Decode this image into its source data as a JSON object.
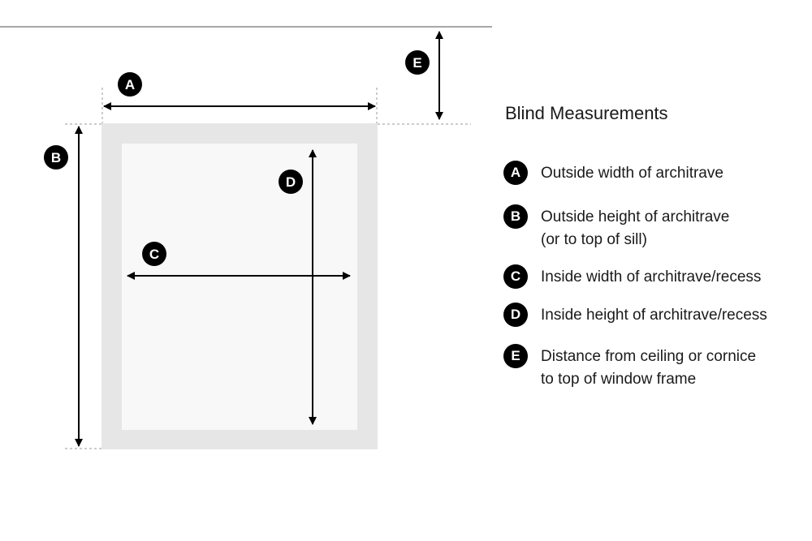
{
  "title": "Blind Measurements",
  "colors": {
    "frame": "#e6e6e7",
    "glass": "#f8f8f8",
    "line": "#000000",
    "ceiling": "#8a8a8a",
    "guide": "#9a9a9a"
  },
  "labels": {
    "a": "A",
    "b": "B",
    "c": "C",
    "d": "D",
    "e": "E"
  },
  "legend": [
    {
      "letter": "A",
      "lines": [
        "Outside width of architrave"
      ]
    },
    {
      "letter": "B",
      "lines": [
        "Outside height of architrave",
        "(or to top of sill)"
      ]
    },
    {
      "letter": "C",
      "lines": [
        "Inside width of architrave/recess"
      ]
    },
    {
      "letter": "D",
      "lines": [
        "Inside height of architrave/recess"
      ]
    },
    {
      "letter": "E",
      "lines": [
        "Distance from ceiling or cornice",
        "to top of window frame"
      ]
    }
  ]
}
